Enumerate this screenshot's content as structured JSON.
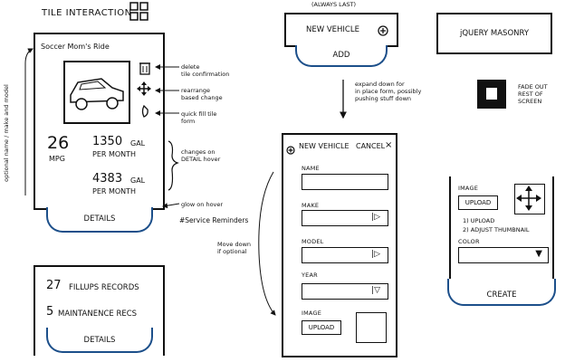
{
  "header": {
    "title": "TILE INTERACTION"
  },
  "tile": {
    "name": "Soccer Mom's Ride",
    "mpg_value": "26",
    "mpg_unit": "MPG",
    "gal_value": "1350",
    "gal_unit": "GAL",
    "gal_per": "PER MONTH",
    "gal2_value": "4383",
    "gal2_unit": "GAL",
    "gal2_per": "PER MONTH",
    "details_label": "DETAILS",
    "side_note": "optional name / make and model"
  },
  "annotations": {
    "delete": "delete\ntile confirmation",
    "rearrange": "rearrange\nbased change",
    "quick_fill": "quick fill tile\nform",
    "changes": "changes on\nDETAIL hover",
    "glow": "glow on hover",
    "service": "#Service Reminders",
    "expand": "expand down for\nin place form, possibly\npushing stuff down",
    "move_down": "Move down\nif optional",
    "fade": "FADE OUT\nREST OF\nSCREEN",
    "always_last": "(ALWAYS LAST)"
  },
  "records_tile": {
    "fillups_count": "27",
    "fillups_label": "FILLUPS RECORDS",
    "maint_count": "5",
    "maint_label": "MAINTANENCE RECS",
    "details_label": "DETAILS"
  },
  "new_vehicle": {
    "title": "NEW VEHICLE",
    "add_label": "ADD"
  },
  "jquery": {
    "title": "jQUERY MASONRY"
  },
  "form": {
    "title": "NEW VEHICLE",
    "cancel": "CANCEL",
    "name_label": "NAME",
    "make_label": "MAKE",
    "model_label": "MODEL",
    "year_label": "YEAR",
    "image_label": "IMAGE",
    "upload_label": "UPLOAD"
  },
  "form2": {
    "image_label": "IMAGE",
    "upload_label": "UPLOAD",
    "step1": "1) UPLOAD",
    "step2": "2) ADJUST THUMBNAIL",
    "color_label": "COLOR",
    "create_label": "CREATE"
  }
}
